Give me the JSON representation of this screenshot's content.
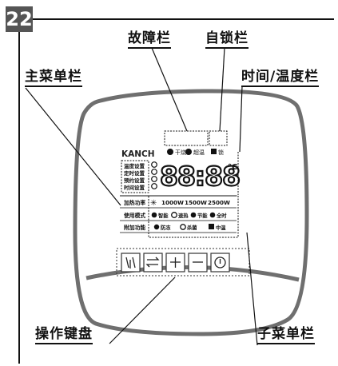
{
  "figure_number": "22",
  "callouts": {
    "fault_bar": "故障栏",
    "self_lock_bar": "自锁栏",
    "main_menu_bar": "主菜单栏",
    "time_temp_bar": "时间/温度栏",
    "keypad": "操作键盘",
    "sub_menu_bar": "子菜单栏"
  },
  "display": {
    "brand": "KANCH",
    "digits": "88:88",
    "unit": "°C",
    "status_left": "干烧",
    "status_mid": "超温",
    "status_lock": "锁",
    "menu_items": [
      "温度设置",
      "定时设置",
      "预约设置",
      "时间设置"
    ],
    "power_label": "加热功率",
    "power_options": [
      "1000W",
      "1500W",
      "2500W"
    ],
    "mode_label": "使用模式",
    "modes": [
      "智能",
      "速热",
      "节能",
      "全时"
    ],
    "extra_label": "附加功能",
    "extra_items": [
      "防冻",
      "杀菌",
      "中温"
    ]
  },
  "keys": [
    "heat",
    "mode",
    "+",
    "−",
    "power"
  ]
}
